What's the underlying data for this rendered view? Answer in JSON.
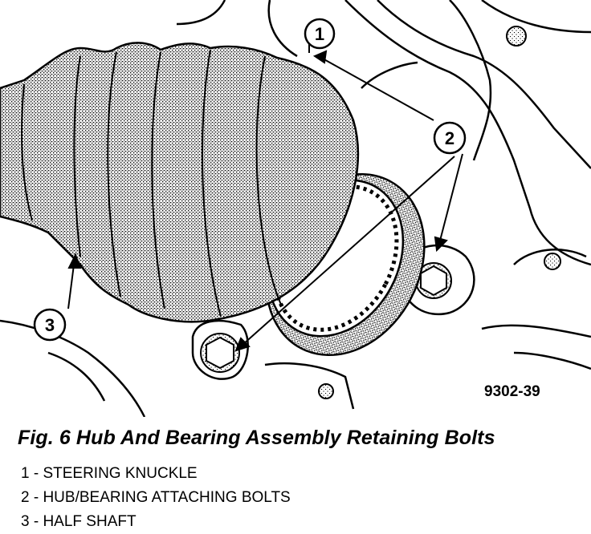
{
  "figure": {
    "code": "9302-39",
    "callouts": [
      {
        "number": "1"
      },
      {
        "number": "2"
      },
      {
        "number": "3"
      }
    ]
  },
  "caption": "Fig. 6 Hub And Bearing Assembly Retaining Bolts",
  "legend": [
    {
      "text": "1 - STEERING KNUCKLE"
    },
    {
      "text": "2 - HUB/BEARING ATTACHING BOLTS"
    },
    {
      "text": "3 - HALF SHAFT"
    }
  ]
}
